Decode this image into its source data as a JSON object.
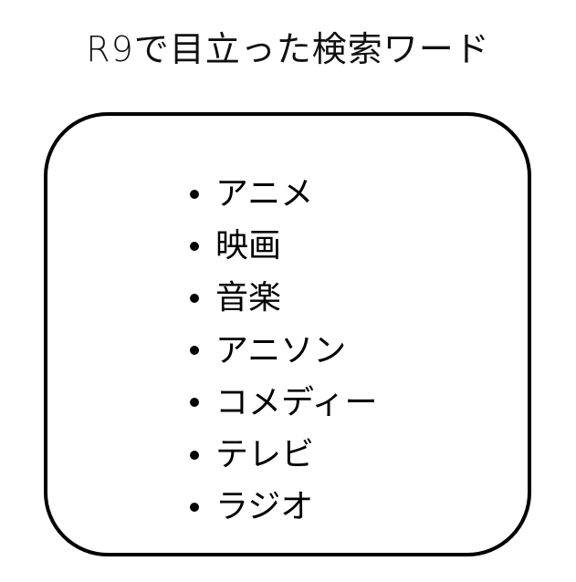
{
  "title": "R9で目立った検索ワード",
  "keywords": [
    {
      "label": "アニメ"
    },
    {
      "label": "映画"
    },
    {
      "label": "音楽"
    },
    {
      "label": "アニソン"
    },
    {
      "label": "コメディー"
    },
    {
      "label": "テレビ"
    },
    {
      "label": "ラジオ"
    }
  ]
}
